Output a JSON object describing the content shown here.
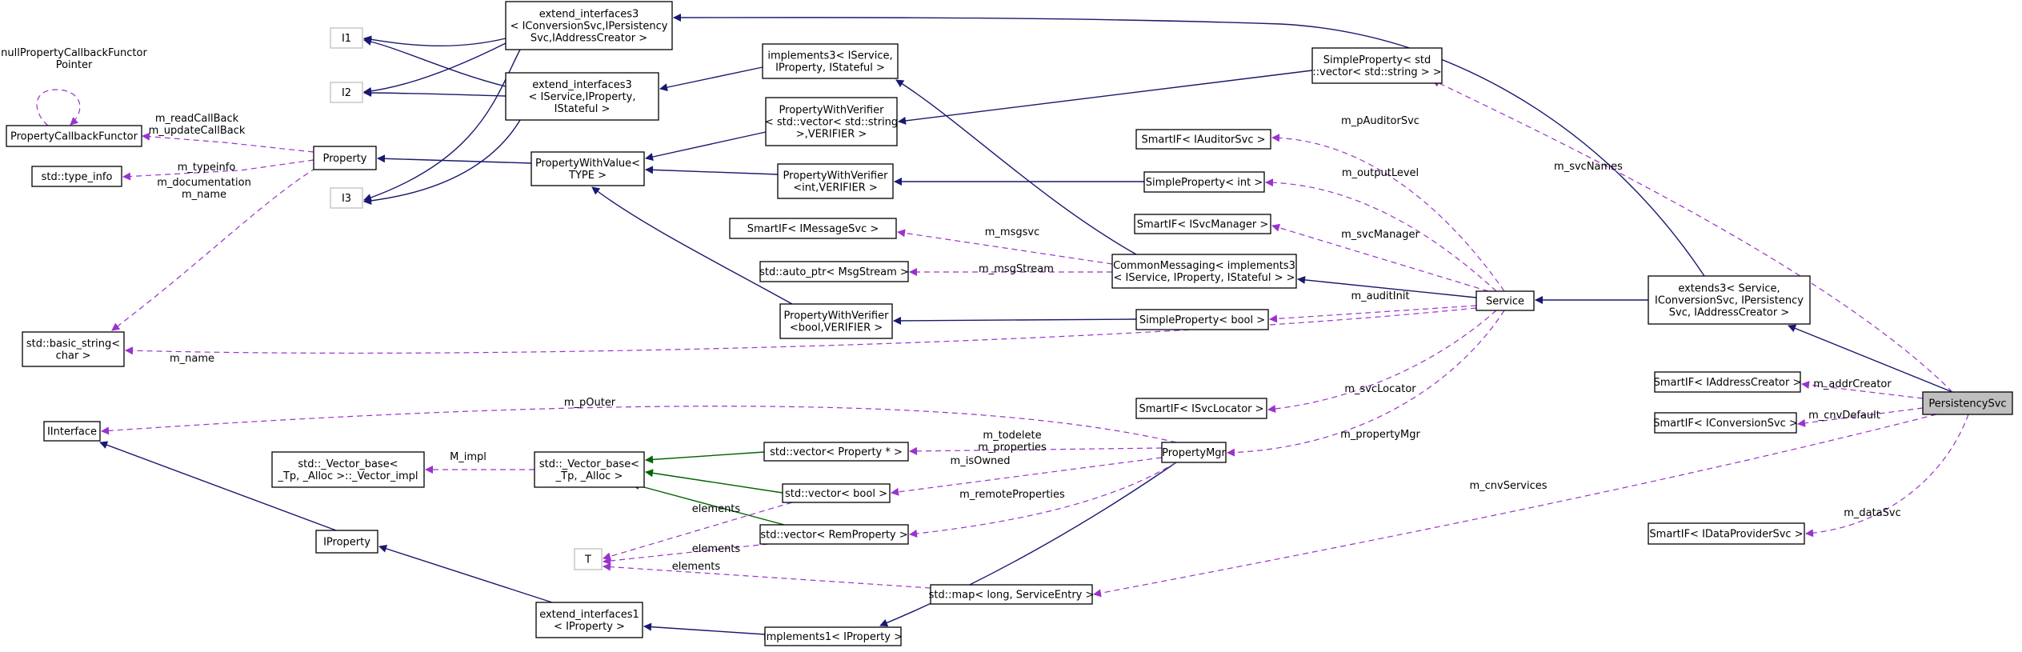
{
  "diagram": {
    "nodes": [
      {
        "id": "nullpcf",
        "lines": [
          "nullPropertyCallbackFunctor",
          "Pointer"
        ],
        "frame": "none"
      },
      {
        "id": "pcf",
        "lines": [
          "PropertyCallbackFunctor"
        ],
        "frame": "box"
      },
      {
        "id": "typeinfo",
        "lines": [
          "std::type_info"
        ],
        "frame": "box"
      },
      {
        "id": "bstring",
        "lines": [
          "std::basic_string<",
          "char >"
        ],
        "frame": "box"
      },
      {
        "id": "iinterface",
        "lines": [
          "IInterface"
        ],
        "frame": "box"
      },
      {
        "id": "i1",
        "lines": [
          "I1"
        ],
        "frame": "grey"
      },
      {
        "id": "i2",
        "lines": [
          "I2"
        ],
        "frame": "grey"
      },
      {
        "id": "i3",
        "lines": [
          "I3"
        ],
        "frame": "grey"
      },
      {
        "id": "property",
        "lines": [
          "Property"
        ],
        "frame": "box"
      },
      {
        "id": "ext3a",
        "lines": [
          "extend_interfaces3",
          "< IConversionSvc,IPersistency",
          "Svc,IAddressCreator >"
        ],
        "frame": "box"
      },
      {
        "id": "ext3b",
        "lines": [
          "extend_interfaces3",
          "< IService,IProperty,",
          "IStateful >"
        ],
        "frame": "box"
      },
      {
        "id": "pwv",
        "lines": [
          "PropertyWithValue<",
          "TYPE >"
        ],
        "frame": "box"
      },
      {
        "id": "impl3",
        "lines": [
          "implements3< IService,",
          "IProperty, IStateful >"
        ],
        "frame": "box"
      },
      {
        "id": "pwvstr",
        "lines": [
          "PropertyWithVerifier",
          "< std::vector< std::string",
          ">,VERIFIER >"
        ],
        "frame": "box"
      },
      {
        "id": "pwvint",
        "lines": [
          "PropertyWithVerifier",
          "<int,VERIFIER >"
        ],
        "frame": "box"
      },
      {
        "id": "pwvbool",
        "lines": [
          "PropertyWithVerifier",
          "<bool,VERIFIER >"
        ],
        "frame": "box"
      },
      {
        "id": "smsg",
        "lines": [
          "SmartIF< IMessageSvc >"
        ],
        "frame": "box"
      },
      {
        "id": "autoptr",
        "lines": [
          "std::auto_ptr< MsgStream >"
        ],
        "frame": "box"
      },
      {
        "id": "vecimpl",
        "lines": [
          "std::_Vector_base<",
          "_Tp, _Alloc >::_Vector_impl"
        ],
        "frame": "box"
      },
      {
        "id": "vecbase",
        "lines": [
          "std::_Vector_base<",
          "_Tp, _Alloc >"
        ],
        "frame": "box"
      },
      {
        "id": "t",
        "lines": [
          "T"
        ],
        "frame": "grey"
      },
      {
        "id": "iproperty",
        "lines": [
          "IProperty"
        ],
        "frame": "box"
      },
      {
        "id": "ext1",
        "lines": [
          "extend_interfaces1",
          "< IProperty >"
        ],
        "frame": "box"
      },
      {
        "id": "impl1",
        "lines": [
          "implements1< IProperty >"
        ],
        "frame": "box"
      },
      {
        "id": "vecprop",
        "lines": [
          "std::vector< Property * >"
        ],
        "frame": "box"
      },
      {
        "id": "vecbool",
        "lines": [
          "std::vector< bool >"
        ],
        "frame": "box"
      },
      {
        "id": "vecrem",
        "lines": [
          "std::vector< RemProperty >"
        ],
        "frame": "box"
      },
      {
        "id": "mapse",
        "lines": [
          "std::map< long, ServiceEntry >"
        ],
        "frame": "box"
      },
      {
        "id": "propmgr",
        "lines": [
          "PropertyMgr"
        ],
        "frame": "box"
      },
      {
        "id": "commsg",
        "lines": [
          "CommonMessaging< implements3",
          "< IService, IProperty, IStateful > >"
        ],
        "frame": "box"
      },
      {
        "id": "sauditor",
        "lines": [
          "SmartIF< IAuditorSvc >"
        ],
        "frame": "box"
      },
      {
        "id": "spint",
        "lines": [
          "SimpleProperty< int >"
        ],
        "frame": "box"
      },
      {
        "id": "ssvcmgr",
        "lines": [
          "SmartIF< ISvcManager >"
        ],
        "frame": "box"
      },
      {
        "id": "spbool",
        "lines": [
          "SimpleProperty< bool >"
        ],
        "frame": "box"
      },
      {
        "id": "ssvcloc",
        "lines": [
          "SmartIF< ISvcLocator >"
        ],
        "frame": "box"
      },
      {
        "id": "spvec",
        "lines": [
          "SimpleProperty< std",
          "::vector< std::string > >"
        ],
        "frame": "box"
      },
      {
        "id": "service",
        "lines": [
          "Service"
        ],
        "frame": "box"
      },
      {
        "id": "extends3",
        "lines": [
          "extends3< Service,",
          "IConversionSvc, IPersistency",
          "Svc, IAddressCreator >"
        ],
        "frame": "box"
      },
      {
        "id": "saddr",
        "lines": [
          "SmartIF< IAddressCreator >"
        ],
        "frame": "box"
      },
      {
        "id": "sconv",
        "lines": [
          "SmartIF< IConversionSvc >"
        ],
        "frame": "box"
      },
      {
        "id": "sdata",
        "lines": [
          "SmartIF< IDataProviderSvc >"
        ],
        "frame": "box"
      },
      {
        "id": "persist",
        "lines": [
          "PersistencySvc"
        ],
        "frame": "focus"
      }
    ],
    "edge_labels": [
      {
        "id": "readcb",
        "lines": [
          "m_readCallBack",
          "m_updateCallBack"
        ]
      },
      {
        "id": "typeinfo",
        "lines": [
          "m_typeinfo"
        ]
      },
      {
        "id": "doc",
        "lines": [
          "m_documentation",
          "m_name"
        ]
      },
      {
        "id": "name",
        "lines": [
          "m_name"
        ]
      },
      {
        "id": "pouter",
        "lines": [
          "m_pOuter"
        ]
      },
      {
        "id": "mimpl",
        "lines": [
          "M_impl"
        ]
      },
      {
        "id": "elements1",
        "lines": [
          "elements"
        ]
      },
      {
        "id": "elements2",
        "lines": [
          "elements"
        ]
      },
      {
        "id": "elements3",
        "lines": [
          "elements"
        ]
      },
      {
        "id": "todelete",
        "lines": [
          "m_todelete",
          "m_properties"
        ]
      },
      {
        "id": "isowned",
        "lines": [
          "m_isOwned"
        ]
      },
      {
        "id": "remote",
        "lines": [
          "m_remoteProperties"
        ]
      },
      {
        "id": "msgsvc",
        "lines": [
          "m_msgsvc"
        ]
      },
      {
        "id": "msgstream",
        "lines": [
          "m_msgStream"
        ]
      },
      {
        "id": "pauditor",
        "lines": [
          "m_pAuditorSvc"
        ]
      },
      {
        "id": "outputlevel",
        "lines": [
          "m_outputLevel"
        ]
      },
      {
        "id": "svcmanager",
        "lines": [
          "m_svcManager"
        ]
      },
      {
        "id": "auditinit",
        "lines": [
          "m_auditInit"
        ]
      },
      {
        "id": "svclocator",
        "lines": [
          "m_svcLocator"
        ]
      },
      {
        "id": "propertymgr",
        "lines": [
          "m_propertyMgr"
        ]
      },
      {
        "id": "svcnames",
        "lines": [
          "m_svcNames"
        ]
      },
      {
        "id": "cnvservices",
        "lines": [
          "m_cnvServices"
        ]
      },
      {
        "id": "addrcreator",
        "lines": [
          "m_addrCreator"
        ]
      },
      {
        "id": "cnvdefault",
        "lines": [
          "m_cnvDefault"
        ]
      },
      {
        "id": "datasvc",
        "lines": [
          "m_dataSvc"
        ]
      }
    ]
  },
  "colors": {
    "inheritance": "#191970",
    "usage": "#9a32cd",
    "template": "#006400",
    "focus_fill": "#bfbfbf",
    "grey_frame": "#bfbfbf"
  }
}
